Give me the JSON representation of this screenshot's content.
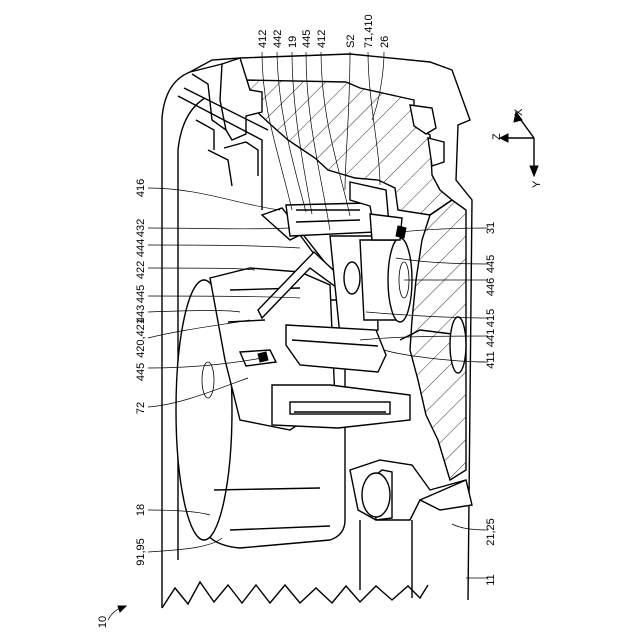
{
  "figure": {
    "ref_main": "10",
    "labels": {
      "top": [
        "412",
        "442",
        "19",
        "445",
        "412",
        "S2",
        "71,410",
        "26"
      ],
      "left": [
        "416",
        "432",
        "444",
        "422",
        "445",
        "443",
        "420,421",
        "445",
        "72",
        "18",
        "91,95"
      ],
      "right": [
        "31",
        "445",
        "446",
        "415",
        "441",
        "411",
        "21,25",
        "11"
      ]
    },
    "axes": {
      "x": "X",
      "y": "Y",
      "z": "Z"
    }
  }
}
